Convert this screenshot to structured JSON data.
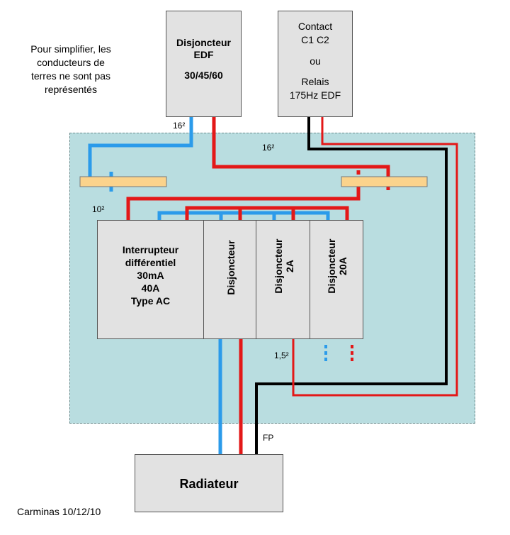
{
  "note": {
    "line1": "Pour simplifier, les",
    "line2": "conducteurs de",
    "line3": "terres ne sont pas",
    "line4": "représentés"
  },
  "main_breaker": {
    "line1": "Disjoncteur",
    "line2": "EDF",
    "line3": "30/45/60"
  },
  "contact_box": {
    "line1": "Contact",
    "line2": "C1 C2",
    "line3": "ou",
    "line4": "Relais",
    "line5": "175Hz EDF"
  },
  "differential": {
    "line1": "Interrupteur",
    "line2": "différentiel",
    "line3": "30mA",
    "line4": "40A",
    "line5": "Type AC"
  },
  "breaker1": {
    "line1": "Disjoncteur"
  },
  "breaker2": {
    "line1": "Disjoncteur",
    "line2": "2A"
  },
  "breaker3": {
    "line1": "Disjoncteur",
    "line2": "20A"
  },
  "radiator": {
    "label": "Radiateur"
  },
  "wire_labels": {
    "top_16": "16²",
    "panel_16": "16²",
    "left_10": "10²",
    "section_1_5": "1,5²",
    "fp": "FP"
  },
  "footer": {
    "credit": "Carminas 10/12/10"
  },
  "colors": {
    "panel_fill": "#b9dde0",
    "box_fill": "#e2e2e2",
    "bar_fill": "#fbd38c",
    "wire_neutral": "#2b9bea",
    "wire_phase": "#e31818",
    "wire_pilot": "#000000"
  }
}
